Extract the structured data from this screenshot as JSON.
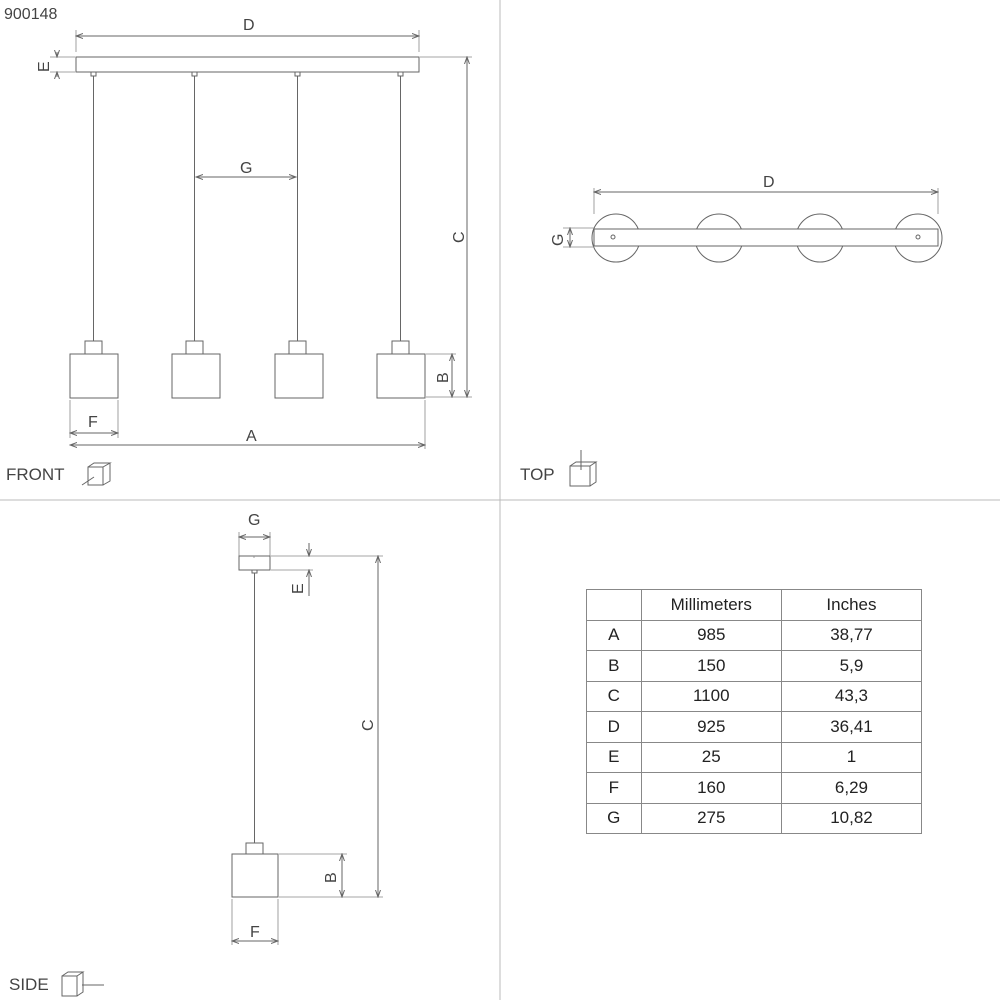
{
  "product_code": "900148",
  "views": {
    "front": "FRONT",
    "top": "TOP",
    "side": "SIDE"
  },
  "dimension_letters": {
    "a": "A",
    "b": "B",
    "c": "C",
    "d": "D",
    "e": "E",
    "f": "F",
    "g": "G"
  },
  "table": {
    "headers": [
      "",
      "Millimeters",
      "Inches"
    ],
    "rows": [
      {
        "dim": "A",
        "mm": "985",
        "in": "38,77"
      },
      {
        "dim": "B",
        "mm": "150",
        "in": "5,9"
      },
      {
        "dim": "C",
        "mm": "1100",
        "in": "43,3"
      },
      {
        "dim": "D",
        "mm": "925",
        "in": "36,41"
      },
      {
        "dim": "E",
        "mm": "25",
        "in": "1"
      },
      {
        "dim": "F",
        "mm": "160",
        "in": "6,29"
      },
      {
        "dim": "G",
        "mm": "275",
        "in": "10,82"
      }
    ]
  }
}
